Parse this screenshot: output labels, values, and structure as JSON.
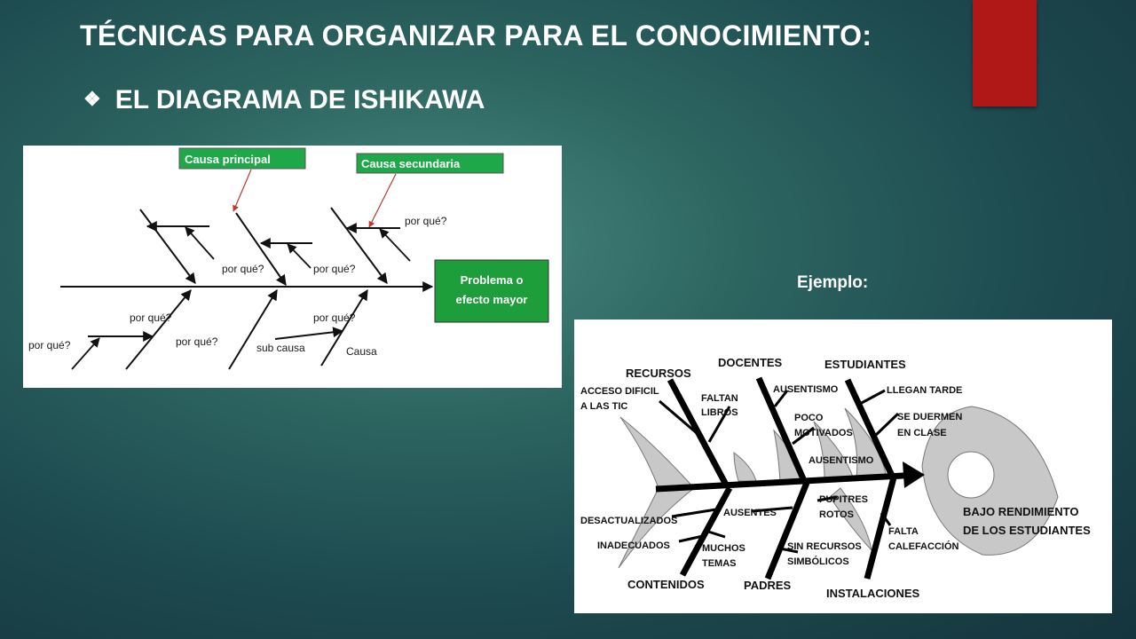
{
  "slide": {
    "title": "TÉCNICAS PARA ORGANIZAR PARA EL CONOCIMIENTO:",
    "subtitle": "EL DIAGRAMA DE ISHIKAWA",
    "example_label": "Ejemplo:",
    "colors": {
      "accent_tab": "#b01717",
      "label_green": "#1fa84a",
      "effect_box_green": "#1e9d3b",
      "arrow_red": "#c0392b"
    }
  },
  "generic_diagram": {
    "label_main_cause": "Causa principal",
    "label_secondary_cause": "Causa secundaria",
    "effect_line1": "Problema o",
    "effect_line2": "efecto mayor",
    "why": "por qué?",
    "sub_cause": "sub causa",
    "cause": "Causa"
  },
  "fishbone_example": {
    "effect_line1": "BAJO RENDIMIENTO",
    "effect_line2": "DE LOS ESTUDIANTES",
    "categories": {
      "recursos": "RECURSOS",
      "docentes": "DOCENTES",
      "estudiantes": "ESTUDIANTES",
      "contenidos": "CONTENIDOS",
      "padres": "PADRES",
      "instalaciones": "INSTALACIONES"
    },
    "causes": {
      "acceso1": "ACCESO DIFICIL",
      "acceso2": "A LAS TIC",
      "faltan1": "FALTAN",
      "faltan2": "LIBROS",
      "ausentismo_docentes": "AUSENTISMO",
      "poco1": "POCO",
      "poco2": "MOTIVADOS",
      "ausentismo_estudiantes": "AUSENTISMO",
      "llegan_tarde": "LLEGAN TARDE",
      "duermen1": "SE DUERMEN",
      "duermen2": "EN CLASE",
      "desactualizados": "DESACTUALIZADOS",
      "inadecuados": "INADECUADOS",
      "muchos1": "MUCHOS",
      "muchos2": "TEMAS",
      "ausentes": "AUSENTES",
      "sin1": "SIN RECURSOS",
      "sin2": "SIMBÓLICOS",
      "pupitres1": "PUPITRES",
      "pupitres2": "ROTOS",
      "falta1": "FALTA",
      "falta2": "CALEFACCIÓN"
    }
  }
}
